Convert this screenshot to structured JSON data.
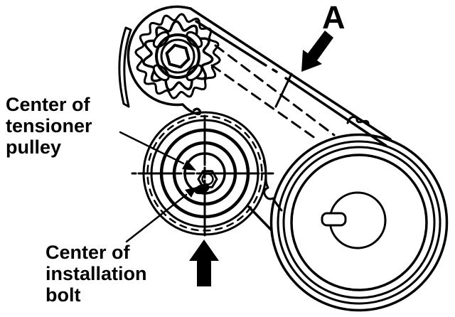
{
  "diagram": {
    "labels": {
      "tensioner_pulley": {
        "line1": "Center of",
        "line2": "tensioner",
        "line3": "pulley"
      },
      "installation_bolt": {
        "line1": "Center of",
        "line2": "installation",
        "line3": "bolt"
      },
      "belt_point": "A"
    },
    "colors": {
      "ink": "#000000",
      "paper": "#ffffff"
    },
    "parts": {
      "sprocket": "camshaft-sprocket",
      "tensioner": "tensioner-pulley",
      "crank_pulley": "crankshaft-pulley",
      "belt": "drive-belt",
      "arrow_a": "arrow-to-belt-mark",
      "arrow_up": "arrow-to-tensioner-center"
    }
  }
}
